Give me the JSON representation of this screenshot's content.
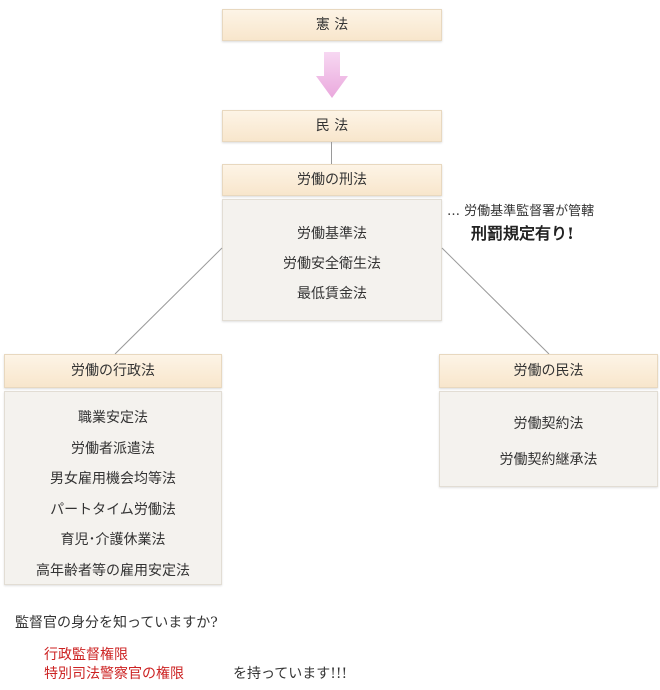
{
  "constitution": "憲 法",
  "civil_code": "民 法",
  "criminal": {
    "title": "労働の刑法",
    "items": [
      "労働基準法",
      "労働安全衛生法",
      "最低賃金法"
    ]
  },
  "note": {
    "line1": "… 労働基準監督署が管轄",
    "line2": "刑罰規定有り!"
  },
  "administrative": {
    "title": "労働の行政法",
    "items": [
      "職業安定法",
      "労働者派遣法",
      "男女雇用機会均等法",
      "パートタイム労働法",
      "育児･介護休業法",
      "高年齢者等の雇用安定法"
    ]
  },
  "civil_labor": {
    "title": "労働の民法",
    "items": [
      "労働契約法",
      "労働契約継承法"
    ]
  },
  "question": "監督官の身分を知っていますか?",
  "authorities": [
    "行政監督権限",
    "特別司法警察官の権限"
  ],
  "tail": "を持っています!!!",
  "colors": {
    "arrow": "#f0bce8",
    "highlight": "#cc2222"
  }
}
